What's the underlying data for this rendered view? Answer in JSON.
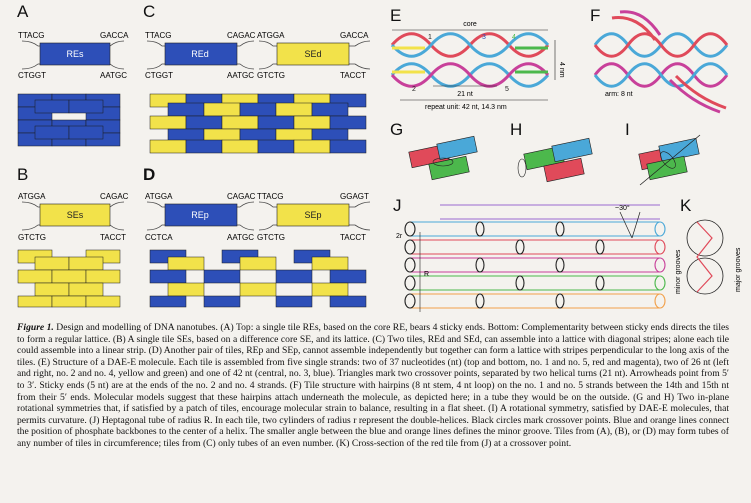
{
  "panels": {
    "A": "A",
    "B": "B",
    "C": "C",
    "D": "D",
    "E": "E",
    "F": "F",
    "G": "G",
    "H": "H",
    "I": "I",
    "J": "J",
    "K": "K"
  },
  "tileA": {
    "tl": "TTACG",
    "tr": "GACCA",
    "bl": "CTGGT",
    "br": "AATGC",
    "label": "REs"
  },
  "tileB": {
    "tl": "ATGGA",
    "tr": "CAGAC",
    "bl": "GTCTG",
    "br": "TACCT",
    "label": "SEs"
  },
  "tileC1": {
    "tl": "TTACG",
    "tr": "CAGAC",
    "bl": "CTGGT",
    "br": "AATGC",
    "label": "REd"
  },
  "tileC2": {
    "tl": "ATGGA",
    "tr": "GACCA",
    "bl": "GTCTG",
    "br": "TACCT",
    "label": "SEd"
  },
  "tileD1": {
    "tl": "ATGGA",
    "tr": "CAGAC",
    "bl": "CCTCA",
    "br": "AATGC",
    "label": "REp"
  },
  "tileD2": {
    "tl": "TTACG",
    "tr": "GGAGT",
    "bl": "GTCTG",
    "br": "TACCT",
    "label": "SEp"
  },
  "panelE": {
    "core": "core",
    "n1": "1",
    "n2": "2",
    "n3": "3",
    "n4": "4",
    "n5": "5",
    "nt21": "21 nt",
    "repeat": "repeat unit: 42 nt, 14.3 nm",
    "height": "4 nm"
  },
  "panelF": {
    "arm": "arm: 8 nt"
  },
  "panelJ": {
    "r": "2r",
    "R": "R",
    "angle": "~30°"
  },
  "panelK": {
    "minor": "minor grooves",
    "major": "major grooves"
  },
  "caption": {
    "fig": "Figure 1.",
    "text": "Design and modelling of DNA nanotubes. (A) Top: a single tile REs, based on the core RE, bears 4 sticky ends. Bottom: Complementarity between sticky ends directs the tiles to form a regular lattice. (B) A single tile SEs, based on a difference core SE, and its lattice. (C) Two tiles, REd and SEd, can assemble into a lattice with diagonal stripes; alone each tile could assemble into a linear strip. (D) Another pair of tiles, REp and SEp, cannot assemble independently but together can form a lattice with stripes perpendicular to the long axis of the tiles. (E) Structure of a DAE-E molecule. Each tile is assembled from five single strands: two of 37 nucleotides (nt) (top and bottom, no. 1 and no. 5, red and magenta), two of 26 nt (left and right, no. 2 and no. 4, yellow and green) and one of 42 nt (central, no. 3, blue). Triangles mark two crossover points, separated by two helical turns (21 nt). Arrowheads point from 5′ to 3′. Sticky ends (5 nt) are at the ends of the no. 2 and no. 4 strands. (F) Tile structure with hairpins (8 nt stem, 4 nt loop) on the no. 1 and no. 5 strands between the 14th and 15th nt from their 5′ ends. Molecular models suggest that these hairpins attach underneath the molecule, as depicted here; in a tube they would be on the outside. (G and H) Two in-plane rotational symmetries that, if satisfied by a patch of tiles, encourage molecular strain to balance, resulting in a flat sheet. (I) A rotational symmetry, satisfied by DAE-E molecules, that permits curvature. (J) Heptagonal tube of radius R. In each tile, two cylinders of radius r represent the double-helices. Black circles mark crossover points. Blue and orange lines connect the position of phosphate backbones to the center of a helix. The smaller angle between the blue and orange lines defines the minor groove. Tiles from (A), (B), or (D) may form tubes of any number of tiles in circumference; tiles from (C) only tubes of an even number. (K) Cross-section of the red tile from (J) at a crossover point."
  },
  "colors": {
    "blue": "#2d4fb8",
    "yellow": "#f2e24a",
    "red": "#e04a5a",
    "green": "#4cb84c",
    "cyan": "#4aa8d8",
    "magenta": "#c8409a"
  }
}
